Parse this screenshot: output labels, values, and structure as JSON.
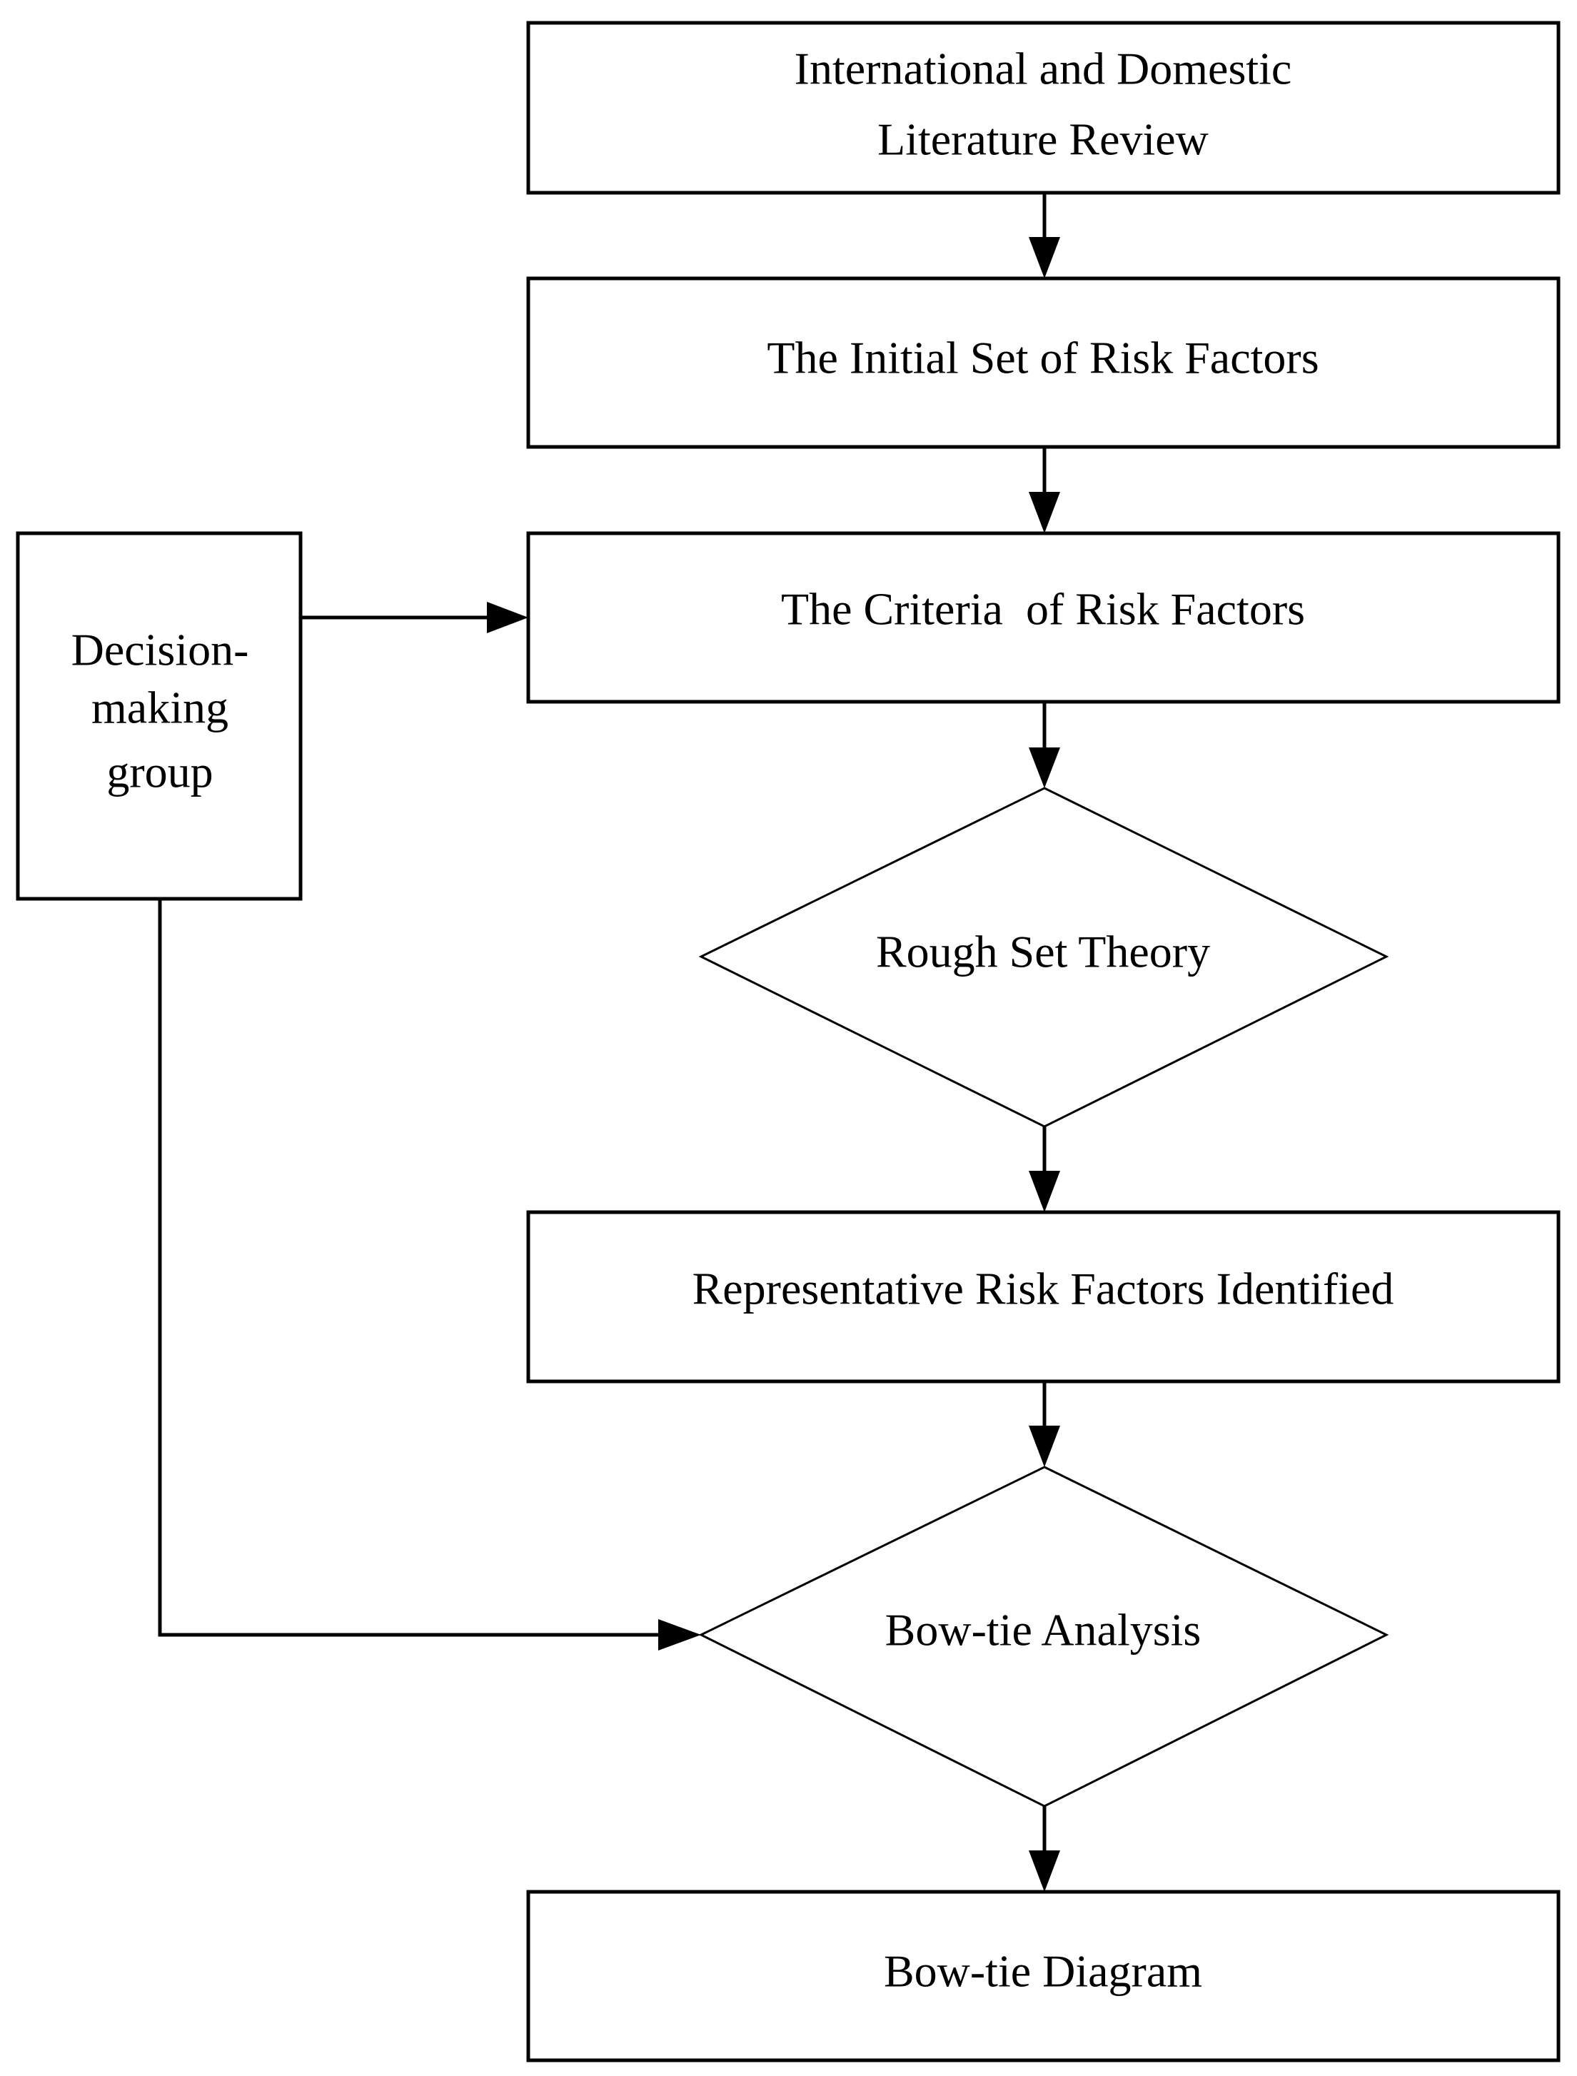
{
  "nodes": {
    "literature_review": {
      "line1": "International and Domestic",
      "line2": "Literature Review"
    },
    "initial_set": {
      "label": "The Initial Set of Risk Factors"
    },
    "criteria": {
      "label": "The Criteria  of Risk Factors"
    },
    "rough_set": {
      "label": "Rough Set Theory"
    },
    "representative": {
      "label": "Representative Risk Factors Identified"
    },
    "bowtie_analysis": {
      "label": "Bow-tie Analysis"
    },
    "bowtie_diagram": {
      "label": "Bow-tie Diagram"
    },
    "decision_group": {
      "line1": "Decision-",
      "line2": "making",
      "line3": "group"
    }
  },
  "edges": [
    {
      "from": "literature_review",
      "to": "initial_set"
    },
    {
      "from": "initial_set",
      "to": "criteria"
    },
    {
      "from": "criteria",
      "to": "rough_set"
    },
    {
      "from": "rough_set",
      "to": "representative"
    },
    {
      "from": "representative",
      "to": "bowtie_analysis"
    },
    {
      "from": "bowtie_analysis",
      "to": "bowtie_diagram"
    },
    {
      "from": "decision_group",
      "to": "criteria"
    },
    {
      "from": "decision_group",
      "to": "bowtie_analysis"
    }
  ]
}
